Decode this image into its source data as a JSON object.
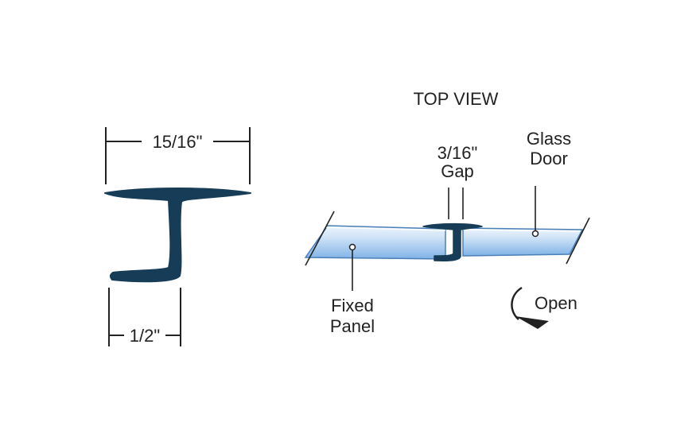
{
  "labels": {
    "top_view": "TOP VIEW",
    "width_dim": "15/16\"",
    "leg_dim": "1/2\"",
    "gap_line1": "3/16\"",
    "gap_line2": "Gap",
    "door_line1": "Glass",
    "door_line2": "Door",
    "panel_line1": "Fixed",
    "panel_line2": "Panel",
    "open": "Open"
  },
  "colors": {
    "profile": "#163c57",
    "glass_light": "#eef5fd",
    "glass_mid": "#b9d6f3",
    "glass_dark": "#7fb2e6",
    "glass_edge": "#4a7fb8",
    "line": "#222222"
  },
  "icons": {
    "open_arrow": "curved-arrow-icon"
  }
}
